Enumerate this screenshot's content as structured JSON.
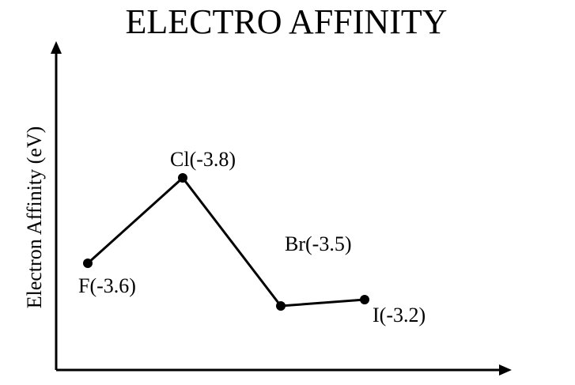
{
  "chart_data": {
    "type": "line",
    "title": "ELECTRO AFFINITY",
    "xlabel": "",
    "ylabel": "Electron Affinity (eV)",
    "categories": [
      "F",
      "Cl",
      "Br",
      "I"
    ],
    "values": [
      -3.6,
      -3.8,
      -3.5,
      -3.2
    ],
    "labels": [
      "F(-3.6)",
      "Cl(-3.8)",
      "Br(-3.5)",
      "I(-3.2)"
    ],
    "grid": false,
    "color": "#000000"
  }
}
